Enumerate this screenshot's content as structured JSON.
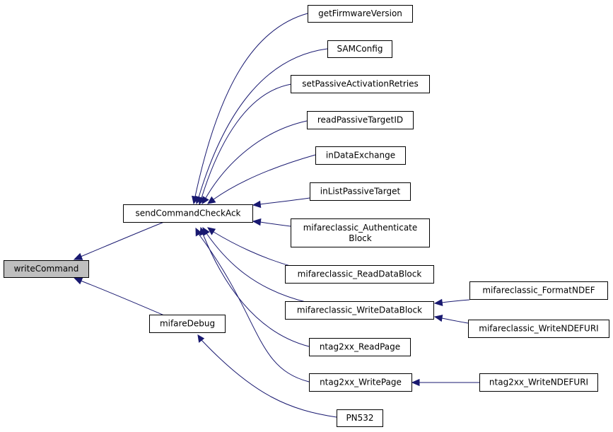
{
  "graph": {
    "nodes": {
      "writeCommand": "writeCommand",
      "sendCommandCheckAck": "sendCommandCheckAck",
      "mifareDebug": "mifareDebug",
      "getFirmwareVersion": "getFirmwareVersion",
      "SAMConfig": "SAMConfig",
      "setPassiveActivationRetries": "setPassiveActivationRetries",
      "readPassiveTargetID": "readPassiveTargetID",
      "inDataExchange": "inDataExchange",
      "inListPassiveTarget": "inListPassiveTarget",
      "mifareclassic_AuthenticateBlock_line1": "mifareclassic_Authenticate",
      "mifareclassic_AuthenticateBlock_line2": "Block",
      "mifareclassic_ReadDataBlock": "mifareclassic_ReadDataBlock",
      "mifareclassic_WriteDataBlock": "mifareclassic_WriteDataBlock",
      "ntag2xx_ReadPage": "ntag2xx_ReadPage",
      "ntag2xx_WritePage": "ntag2xx_WritePage",
      "PN532": "PN532",
      "mifareclassic_FormatNDEF": "mifareclassic_FormatNDEF",
      "mifareclassic_WriteNDEFURI": "mifareclassic_WriteNDEFURI",
      "ntag2xx_WriteNDEFURI": "ntag2xx_WriteNDEFURI"
    },
    "colors": {
      "edge": "#191970",
      "root_fill": "#bfbfbf",
      "node_fill": "#ffffff",
      "node_stroke": "#000000"
    }
  }
}
